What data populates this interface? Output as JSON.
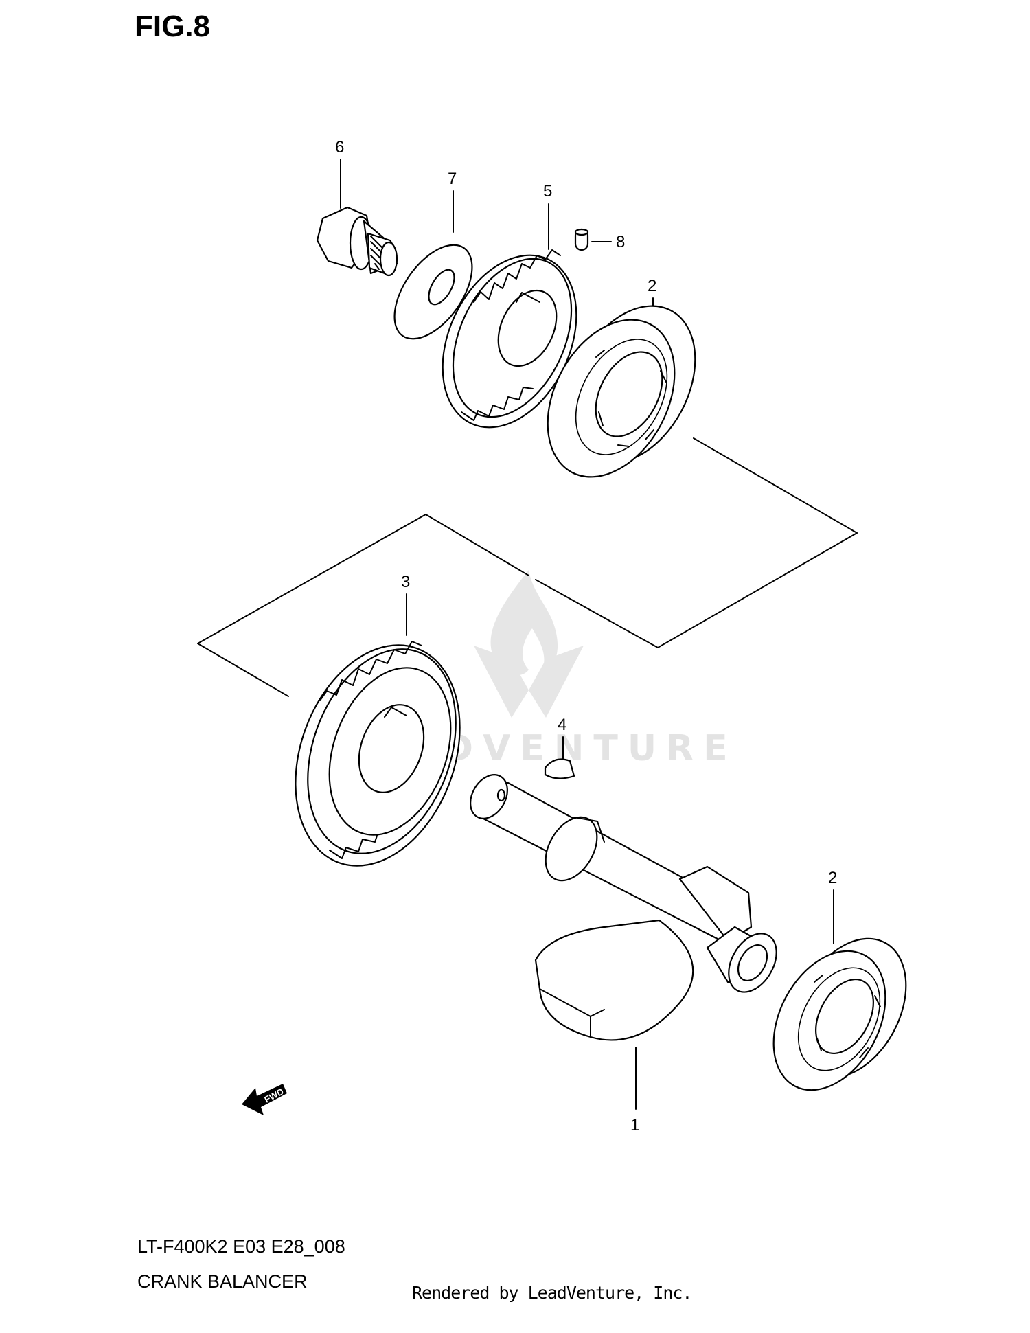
{
  "figure": {
    "title": "FIG.8"
  },
  "callouts": [
    {
      "id": "c6",
      "label": "6"
    },
    {
      "id": "c7",
      "label": "7"
    },
    {
      "id": "c5",
      "label": "5"
    },
    {
      "id": "c8",
      "label": "8"
    },
    {
      "id": "c2a",
      "label": "2"
    },
    {
      "id": "c3",
      "label": "3"
    },
    {
      "id": "c4",
      "label": "4"
    },
    {
      "id": "c2b",
      "label": "2"
    },
    {
      "id": "c1",
      "label": "1"
    }
  ],
  "fwd_label": "FWD",
  "watermark": {
    "text": "LEADVENTURE"
  },
  "footer": {
    "model_code": "LT-F400K2 E03 E28_008",
    "section_name": "CRANK BALANCER",
    "credit": "Rendered by LeadVenture, Inc."
  },
  "colors": {
    "ink": "#000000",
    "watermark": "#e3e3e3",
    "background": "#ffffff"
  }
}
